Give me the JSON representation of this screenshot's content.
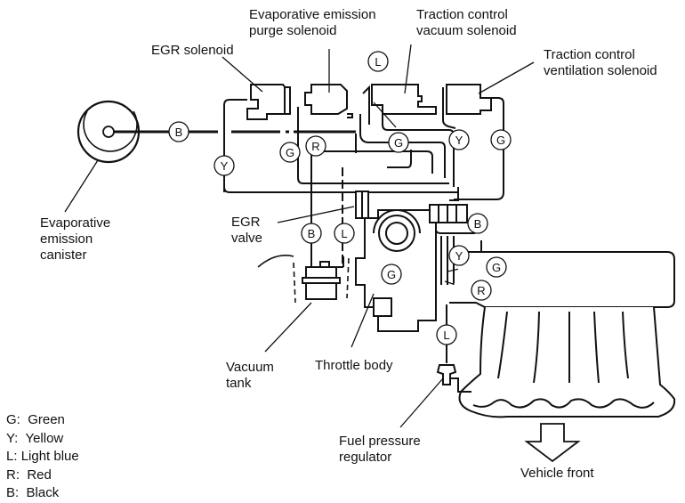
{
  "labels": {
    "egr_solenoid": "EGR solenoid",
    "evap_purge_solenoid": "Evaporative emission\npurge solenoid",
    "tc_vacuum_solenoid": "Traction control\nvacuum solenoid",
    "tc_ventilation_solenoid": "Traction control\nventilation solenoid",
    "evap_canister": "Evaporative\nemission\ncanister",
    "egr_valve": "EGR\nvalve",
    "vacuum_tank": "Vacuum\ntank",
    "throttle_body": "Throttle body",
    "fuel_pressure_regulator": "Fuel pressure\nregulator",
    "vehicle_front": "Vehicle front"
  },
  "hose_tags": {
    "canister_line": "B",
    "canister_loop": "Y",
    "purge_g": "G",
    "purge_r": "R",
    "tcv_l": "L",
    "center_g": "G",
    "tcv_y": "Y",
    "vent_g": "G",
    "egr_b": "B",
    "egr_l": "L",
    "throttle_g": "G",
    "right_b": "B",
    "right_y": "Y",
    "right_g": "G",
    "right_r": "R",
    "fuel_l": "L"
  },
  "legend": [
    {
      "code": "G:",
      "color": "Green"
    },
    {
      "code": "Y:",
      "color": "Yellow"
    },
    {
      "code": "L:",
      "color": "Light blue"
    },
    {
      "code": "R:",
      "color": "Red"
    },
    {
      "code": "B:",
      "color": "Black"
    }
  ]
}
